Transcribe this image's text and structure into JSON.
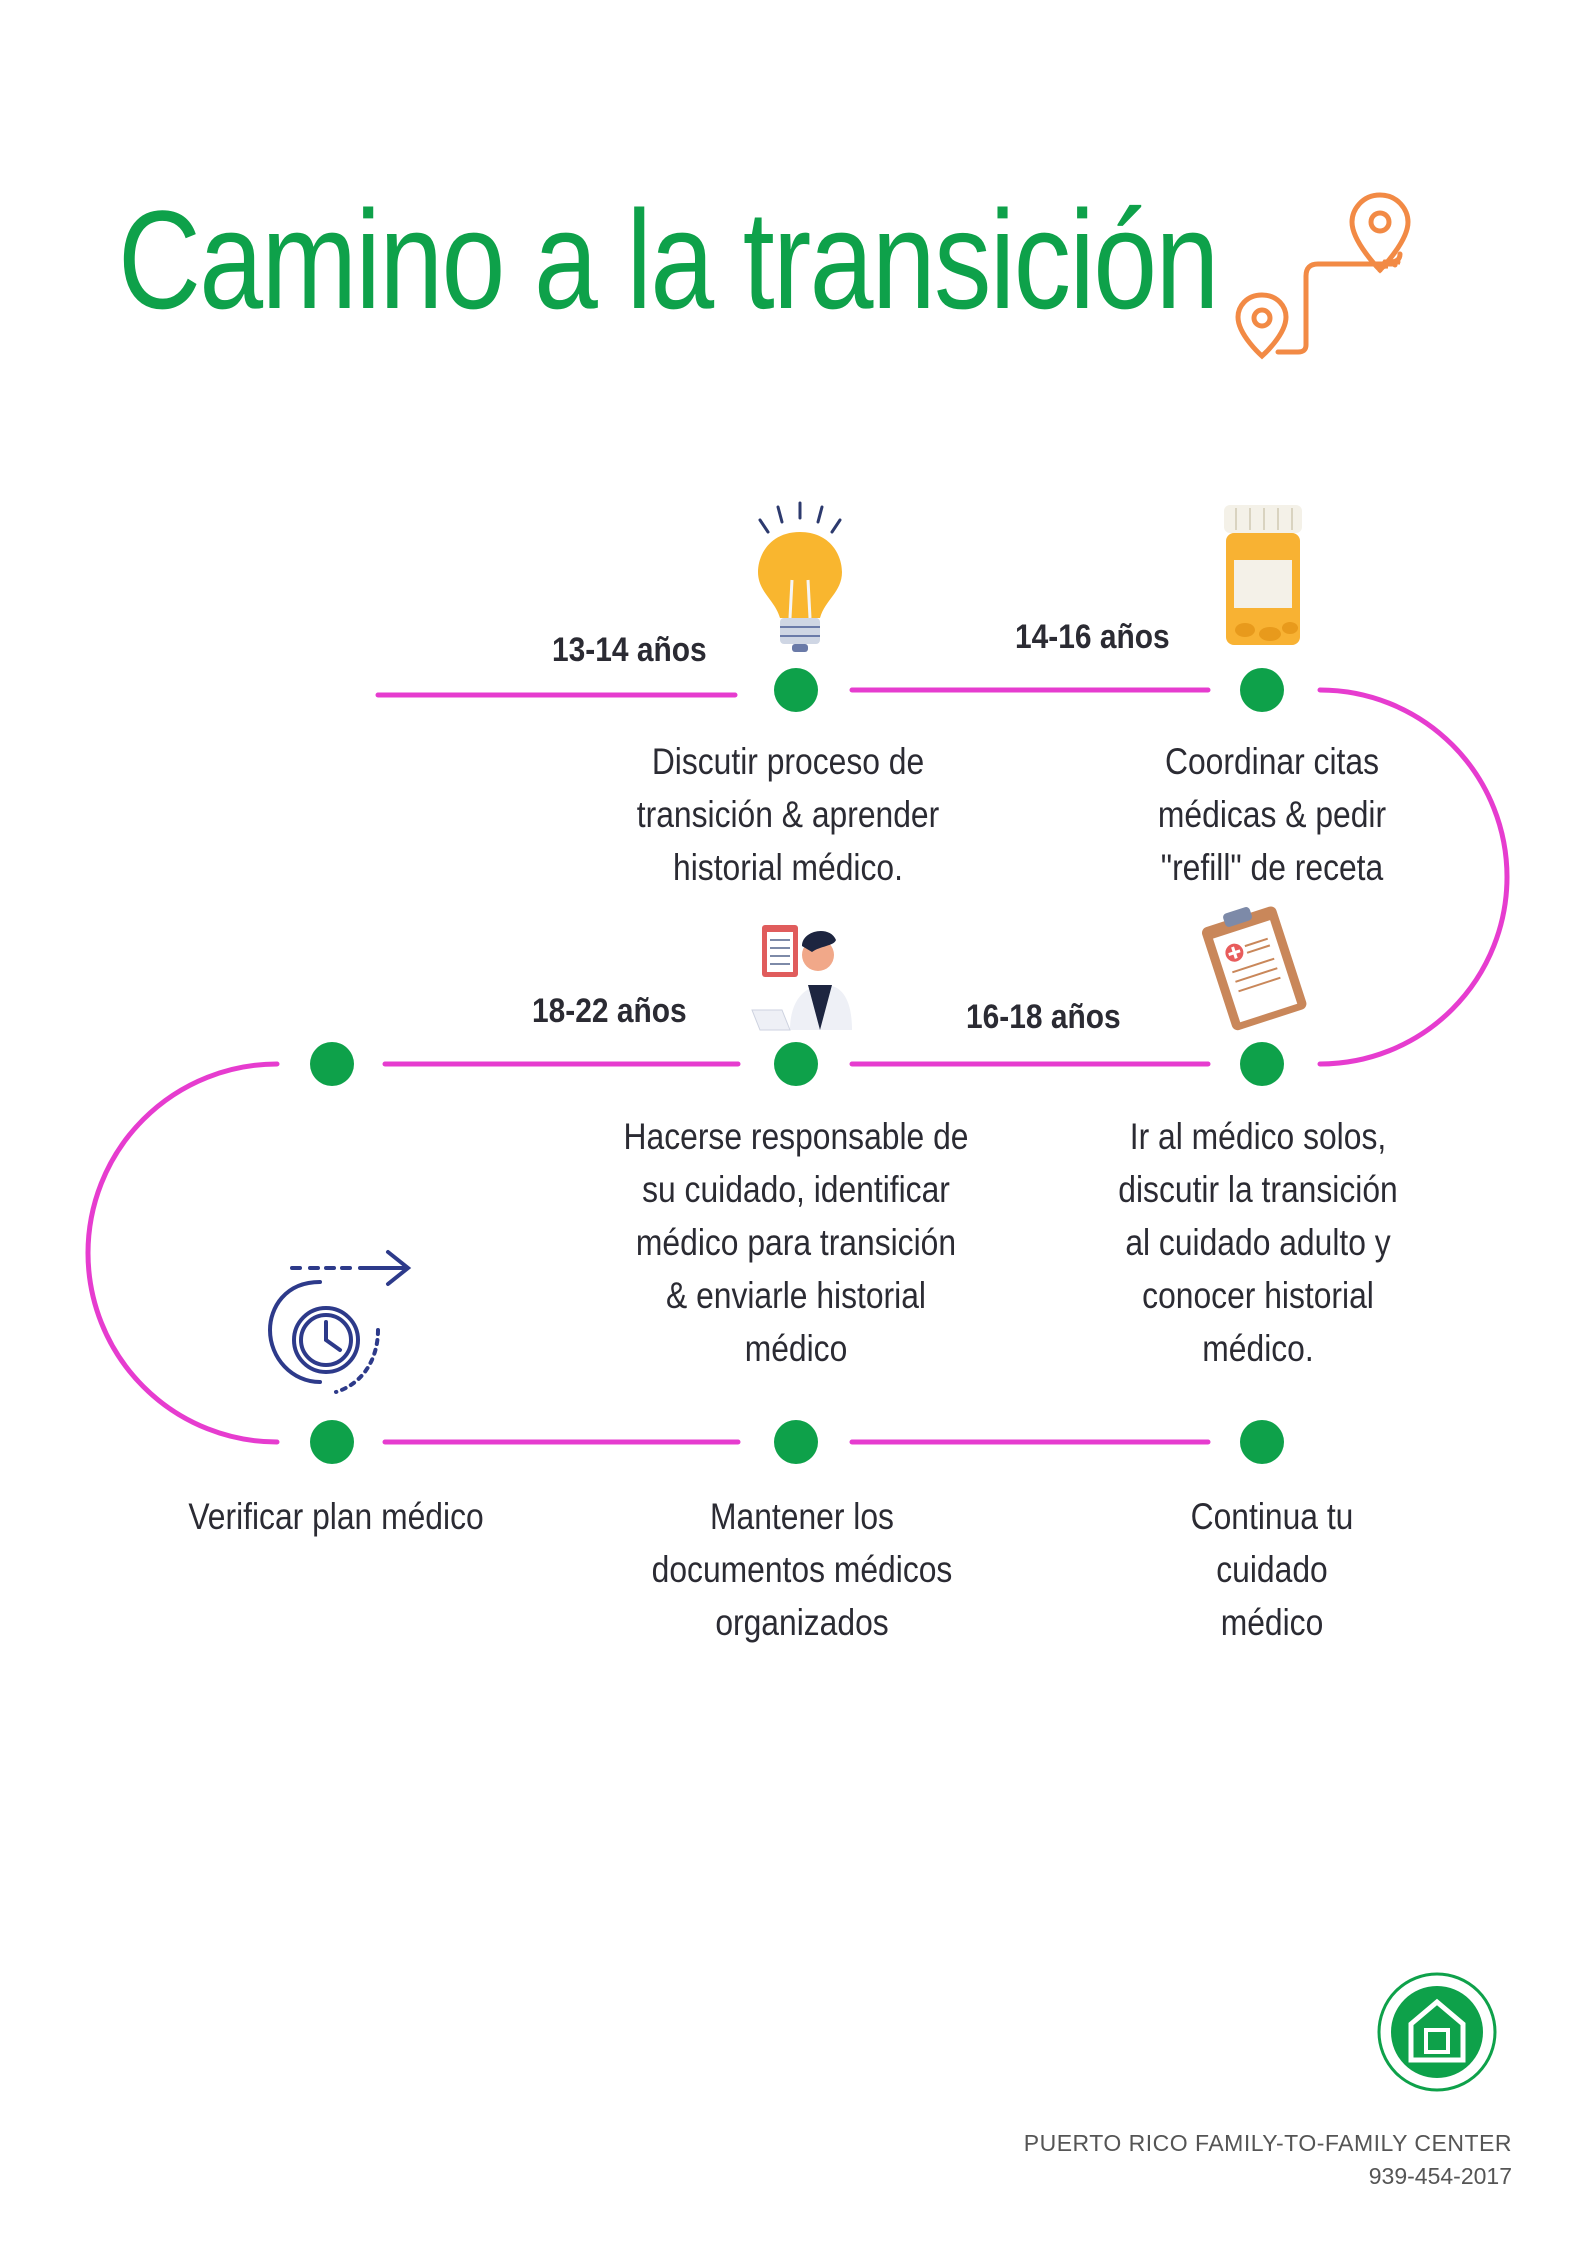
{
  "title": "Camino a la transición",
  "colors": {
    "title": "#0ea14a",
    "path": "#e63ccf",
    "node": "#0ea14a",
    "pin": "#f28a45",
    "text": "#2b2b33"
  },
  "stages": [
    {
      "age": "13-14 años",
      "text": "Discutir proceso de\ntransición & aprender\nhistorial médico.",
      "icon": "lightbulb-icon"
    },
    {
      "age": "14-16 años",
      "text": "Coordinar citas\nmédicas & pedir\n\"refill\" de receta",
      "icon": "pill-bottle-icon"
    },
    {
      "age": "16-18 años",
      "text": "Ir al médico solos,\ndiscutir la transición\nal cuidado adulto y\nconocer historial\nmédico.",
      "icon": "clipboard-icon"
    },
    {
      "age": "18-22 años",
      "text": "Hacerse responsable de\nsu cuidado, identificar\nmédico para transición\n&  enviarle historial\nmédico",
      "icon": "doctor-icon"
    },
    {
      "text": "Verificar plan médico",
      "icon": "clock-arrow-icon"
    },
    {
      "text": "Mantener los\ndocumentos médicos\norganizados"
    },
    {
      "text": "Continua tu cuidado\nmédico"
    }
  ],
  "footer": {
    "org": "PUERTO RICO  FAMILY-TO-FAMILY CENTER",
    "phone": "939-454-2017",
    "logo": "house-logo-icon"
  }
}
